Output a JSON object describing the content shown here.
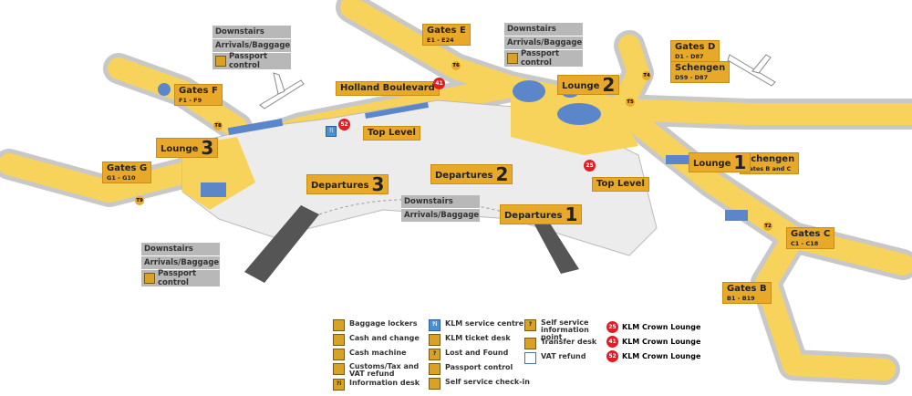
{
  "labels": {
    "gates_e": {
      "title": "Gates E",
      "sub": "E1 - E24"
    },
    "gates_d": {
      "title": "Gates D",
      "sub": "D1 - D87"
    },
    "schengen_d": {
      "title": "Schengen",
      "sub": "D59 - D87"
    },
    "gates_f": {
      "title": "Gates F",
      "sub": "F1 - F9"
    },
    "gates_g": {
      "title": "Gates G",
      "sub": "G1 - G10"
    },
    "gates_c": {
      "title": "Gates C",
      "sub": "C1 - C18"
    },
    "gates_b": {
      "title": "Gates B",
      "sub": "B1 - B19"
    },
    "schengen_bc": {
      "title": "Schengen",
      "sub": "Gates B and C"
    },
    "holland_boulevard": "Holland Boulevard",
    "top_level_1": "Top Level",
    "top_level_2": "Top Level",
    "lounge_1": {
      "title": "Lounge",
      "num": "1"
    },
    "lounge_2": {
      "title": "Lounge",
      "num": "2"
    },
    "lounge_3": {
      "title": "Lounge",
      "num": "3"
    },
    "departures_1": {
      "title": "Departures",
      "num": "1"
    },
    "departures_2": {
      "title": "Departures",
      "num": "2"
    },
    "departures_3": {
      "title": "Departures",
      "num": "3"
    }
  },
  "info_boxes": {
    "downstairs": "Downstairs",
    "arrivals": "Arrivals/Baggage",
    "passport": "Passport control"
  },
  "crown_markers": [
    "25",
    "41",
    "52"
  ],
  "terminals": [
    "T2",
    "T4",
    "T5",
    "T6",
    "T8",
    "T9"
  ],
  "legend": {
    "col1": [
      "Baggage lockers",
      "Cash and change",
      "Cash machine",
      "Customs/Tax and VAT refund",
      "Information desk"
    ],
    "col2": [
      "KLM service centre",
      "KLM ticket desk",
      "Lost and Found",
      "Passport control",
      "Self service check-in"
    ],
    "col3": [
      "Self service information point",
      "Transfer desk",
      "VAT refund"
    ],
    "crown": [
      {
        "num": "25",
        "label": "KLM Crown Lounge"
      },
      {
        "num": "41",
        "label": "KLM Crown Lounge"
      },
      {
        "num": "52",
        "label": "KLM Crown Lounge"
      }
    ]
  },
  "colors": {
    "pier": "#f7d35c",
    "wall": "#c8c8c8",
    "water": "#5b86c9",
    "label": "#e8a92a",
    "crown": "#e31b23"
  }
}
